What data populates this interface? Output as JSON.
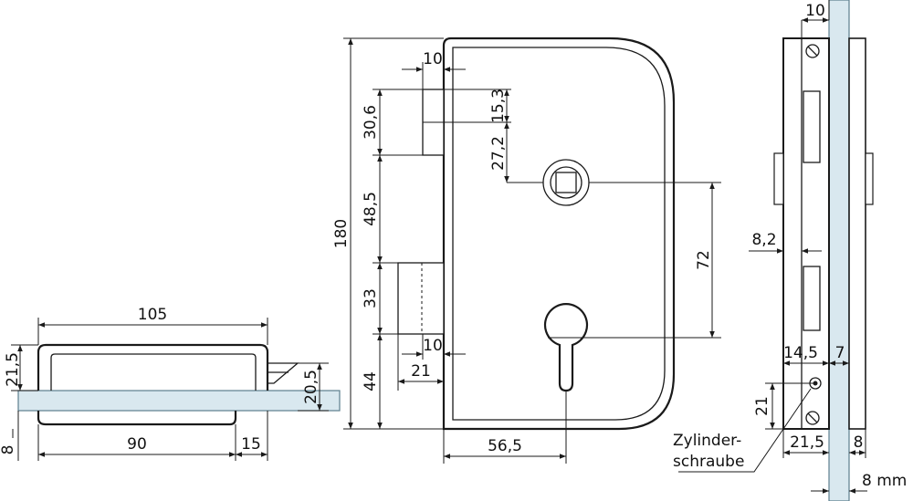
{
  "colors": {
    "line": "#1a1a1a",
    "glass": "#d9e8ef",
    "glass_edge": "#5c7f8e",
    "background": "#ffffff"
  },
  "labels": {
    "top": {
      "width_total": "105",
      "height": "21,5",
      "right_height": "20,5",
      "glass_thickness": "8",
      "length_base": "90",
      "offset": "15"
    },
    "front": {
      "height_total": "180",
      "top_offset": "10",
      "upper_bolt": "30,6",
      "upper_inset": "15,3",
      "spindle_from_top": "27,2",
      "spindle_to_bolt": "48,5",
      "lower_bolt": "33",
      "lower_offset": "10",
      "bottom_gap": "44",
      "lower_inset": "21",
      "center_distance": "72",
      "backset": "56,5"
    },
    "side": {
      "glass_top": "10",
      "faceplate_width": "8,2",
      "edge_left": "14,5",
      "edge_right": "7",
      "screw_height": "21",
      "screw_offset": "21,5",
      "plate_depth": "8",
      "glass_bottom": "8 mm",
      "callout_line1": "Zylinder-",
      "callout_line2": "schraube"
    }
  }
}
